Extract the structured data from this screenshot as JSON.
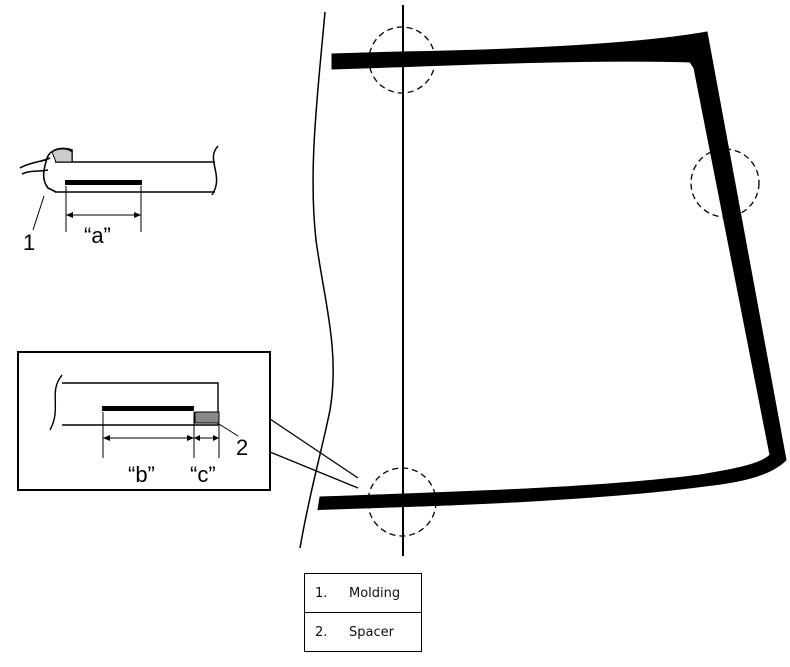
{
  "callouts": {
    "molding_number": "1",
    "spacer_number": "2",
    "dim_a": "“a”",
    "dim_b": "“b”",
    "dim_c": "“c”"
  },
  "legend": [
    {
      "number": "1.",
      "label": "Molding"
    },
    {
      "number": "2.",
      "label": "Spacer"
    }
  ],
  "colors": {
    "line": "#000000",
    "background": "#ffffff"
  }
}
